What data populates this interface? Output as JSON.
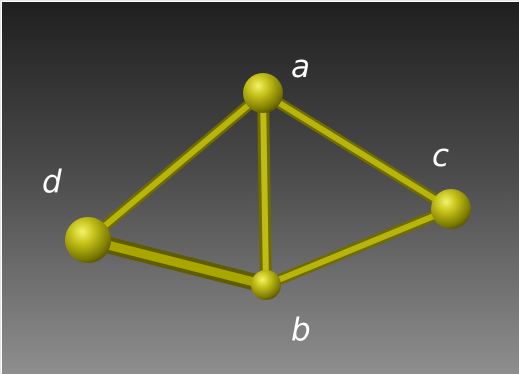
{
  "graph": {
    "vertices": [
      {
        "id": "a",
        "label": "a"
      },
      {
        "id": "b",
        "label": "b"
      },
      {
        "id": "c",
        "label": "c"
      },
      {
        "id": "d",
        "label": "d"
      }
    ],
    "edges": [
      {
        "from": "a",
        "to": "b"
      },
      {
        "from": "a",
        "to": "c"
      },
      {
        "from": "a",
        "to": "d"
      },
      {
        "from": "b",
        "to": "c"
      },
      {
        "from": "b",
        "to": "d"
      }
    ]
  },
  "colors": {
    "node": "#a9a600",
    "edge": "#a6a300",
    "label": "#ffffff",
    "background_top": "#1f1f1f",
    "background_bottom": "#8c8c8c"
  }
}
